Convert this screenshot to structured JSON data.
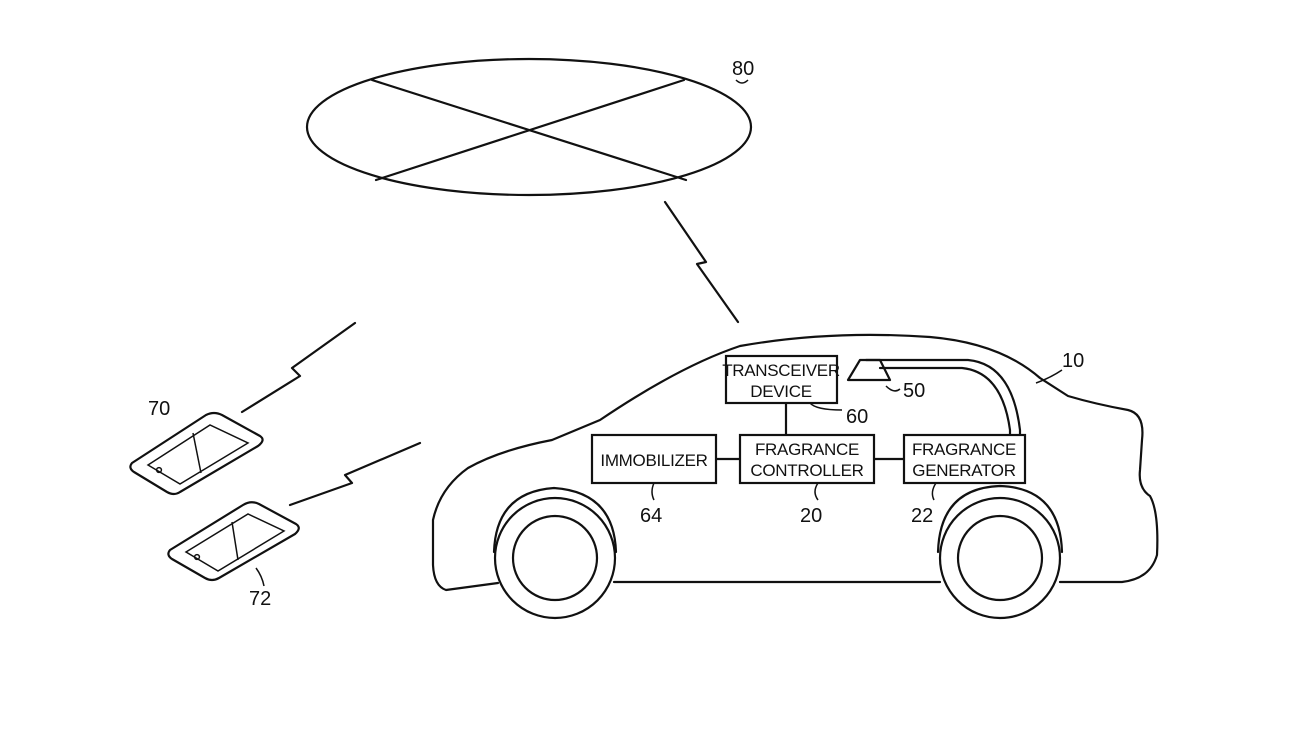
{
  "refs": {
    "server": "80",
    "vehicle": "10",
    "phone_a": "70",
    "phone_b": "72",
    "fragrance_controller": "20",
    "fragrance_generator": "22",
    "outlet": "50",
    "transceiver": "60",
    "immobilizer": "64"
  },
  "blocks": {
    "transceiver": [
      "TRANSCEIVER",
      "DEVICE"
    ],
    "immobilizer": [
      "IMMOBILIZER"
    ],
    "fragrance_controller": [
      "FRAGRANCE",
      "CONTROLLER"
    ],
    "fragrance_generator": [
      "FRAGRANCE",
      "GENERATOR"
    ]
  }
}
